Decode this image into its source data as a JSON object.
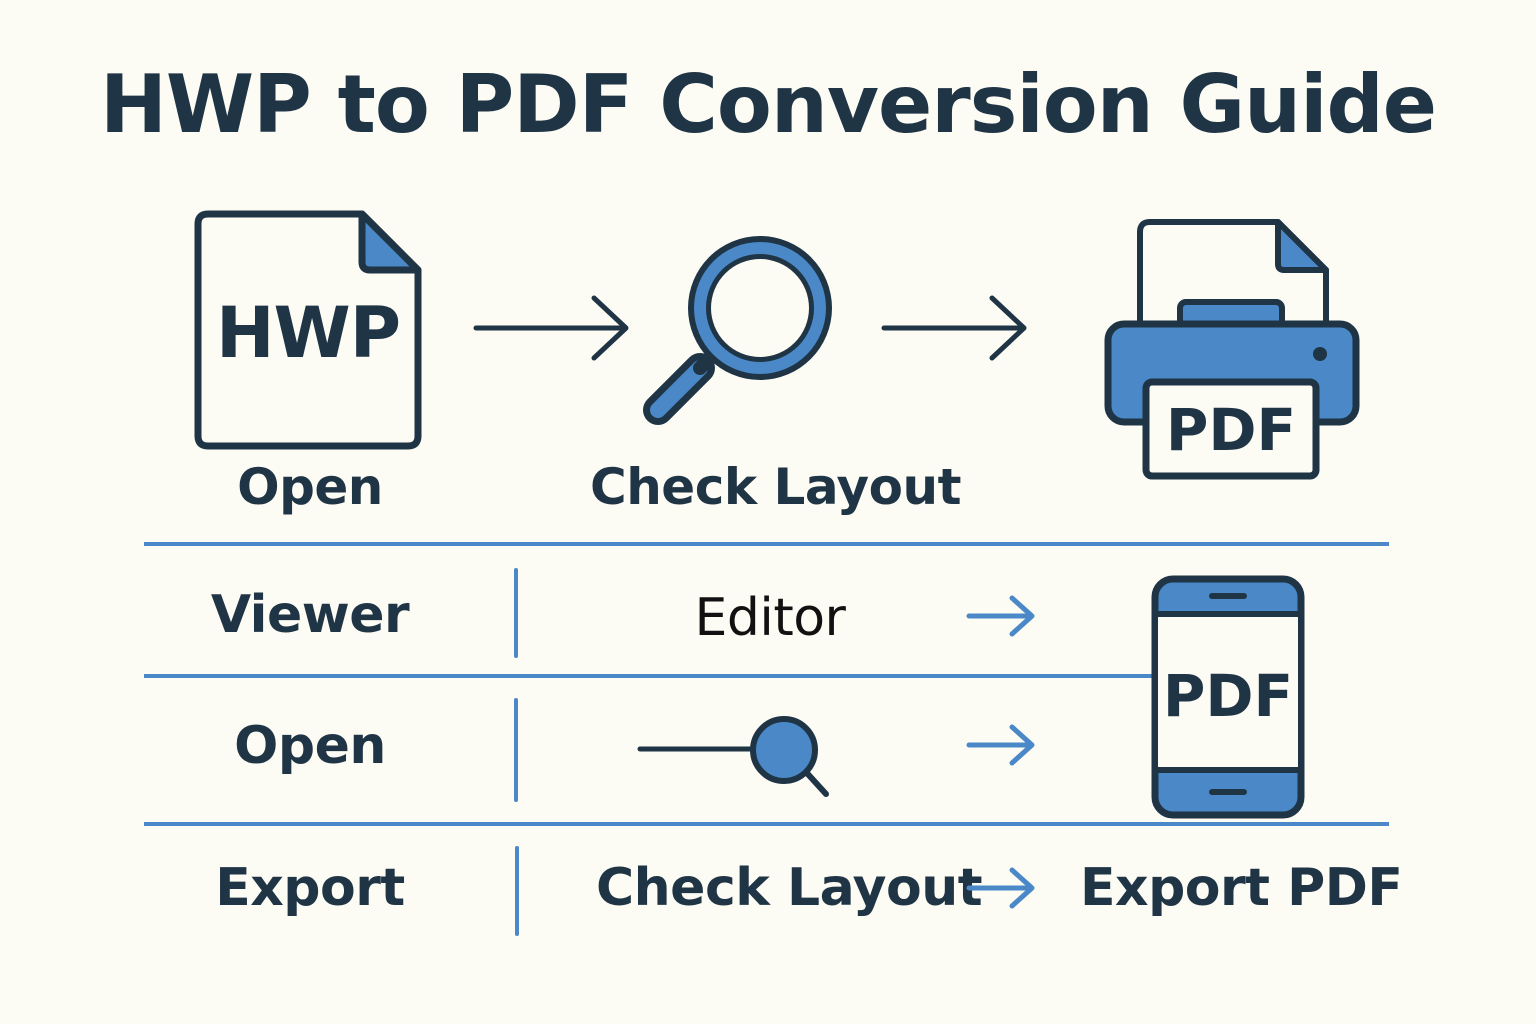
{
  "title": "HWP to PDF Conversion Guide",
  "colors": {
    "accent": "#4a88c7",
    "outline": "#1f3445",
    "background": "#fcfbf4"
  },
  "flow": {
    "steps": [
      {
        "icon": "hwp-file-icon",
        "file_text": "HWP",
        "label": "Open"
      },
      {
        "icon": "magnifier-icon",
        "label": "Check Layout"
      },
      {
        "icon": "printer-icon",
        "print_text": "PDF"
      }
    ]
  },
  "table": {
    "rows": [
      {
        "left": "Viewer",
        "middle": "Editor"
      },
      {
        "left": "Open",
        "middle_icon": "search-slider-icon"
      },
      {
        "left": "Export",
        "middle": "Check Layout",
        "right": "Export PDF"
      }
    ],
    "phone_text": "PDF"
  }
}
